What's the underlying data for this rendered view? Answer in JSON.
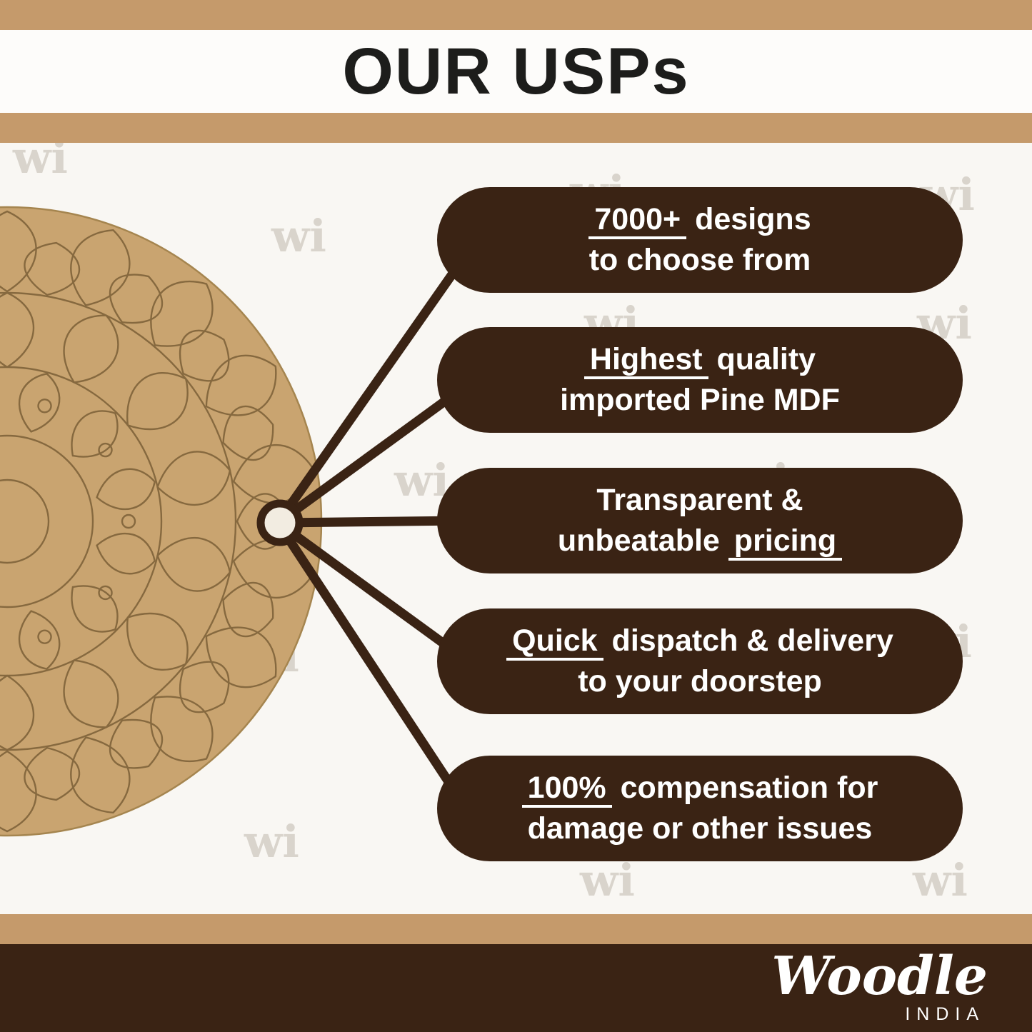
{
  "header": {
    "title": "OUR USPs"
  },
  "watermark": {
    "text": "wi"
  },
  "pills": [
    {
      "lines": [
        [
          {
            "text": "7000+",
            "underline": true
          },
          {
            "text": " designs",
            "underline": false
          }
        ],
        [
          {
            "text": "to choose from",
            "underline": false
          }
        ]
      ]
    },
    {
      "lines": [
        [
          {
            "text": "Highest",
            "underline": true
          },
          {
            "text": " quality",
            "underline": false
          }
        ],
        [
          {
            "text": "imported Pine MDF",
            "underline": false
          }
        ]
      ]
    },
    {
      "lines": [
        [
          {
            "text": "Transparent &",
            "underline": false
          }
        ],
        [
          {
            "text": "unbeatable ",
            "underline": false
          },
          {
            "text": "pricing",
            "underline": true
          }
        ]
      ]
    },
    {
      "lines": [
        [
          {
            "text": "Quick",
            "underline": true
          },
          {
            "text": " dispatch & delivery",
            "underline": false
          }
        ],
        [
          {
            "text": "to your doorstep",
            "underline": false
          }
        ]
      ]
    },
    {
      "lines": [
        [
          {
            "text": "100%",
            "underline": true
          },
          {
            "text": " compensation for",
            "underline": false
          }
        ],
        [
          {
            "text": "damage or other issues",
            "underline": false
          }
        ]
      ]
    }
  ],
  "footer": {
    "brand": "Woodle",
    "country": "INDIA"
  },
  "colors": {
    "tan": "#C59A6B",
    "dark_brown": "#3A2314",
    "background": "#F9F7F3",
    "board": "#C9A470",
    "board_line": "#86693F",
    "watermark": "#D9D4CC",
    "title": "#1D1D1B",
    "node_fill": "#F2ECE1"
  }
}
